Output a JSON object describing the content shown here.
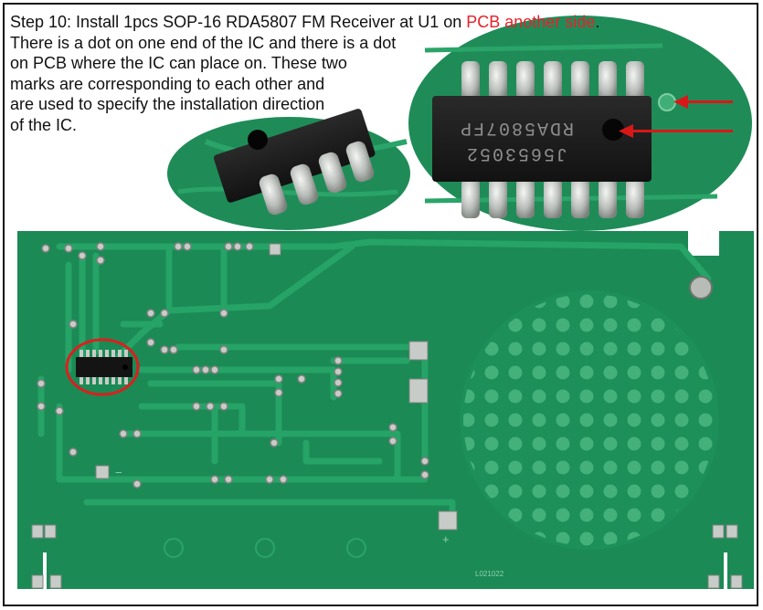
{
  "instruction": {
    "line1_prefix": "Step 10: Install 1pcs SOP-16 RDA5807 FM Receiver at U1 on ",
    "line1_highlight": "PCB another side",
    "line1_suffix": ".",
    "line2": "There is a dot on one end of the IC and there is a dot",
    "line3": "on PCB where the IC can place on. These two",
    "line4": "marks are corresponding to each other and",
    "line5": "are used to specify the installation direction",
    "line6": "of the IC."
  },
  "chip_marking": {
    "line1": "J5653052",
    "line2": "RDA5807FP"
  },
  "board_labels": {
    "minus": "−",
    "plus": "+",
    "code": "L021022"
  },
  "colors": {
    "highlight": "#e8202a",
    "pcb": "#1b8a55",
    "trace": "#24a064",
    "pad": "#c8ccc8",
    "arrow": "#d81818"
  }
}
